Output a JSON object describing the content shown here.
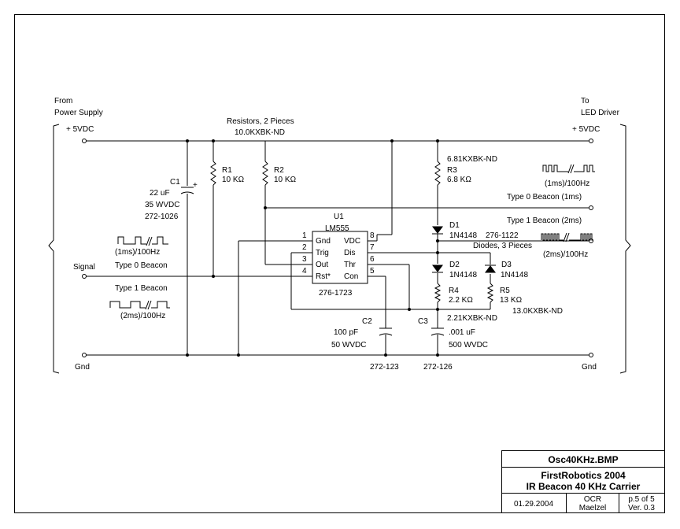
{
  "left_side": {
    "from": "From",
    "power_supply": "Power Supply",
    "vdc": "+ 5VDC",
    "signal": "Signal",
    "gnd": "Gnd",
    "beacon0_freq": "(1ms)/100Hz",
    "beacon0_type": "Type 0 Beacon",
    "beacon1_type": "Type 1 Beacon",
    "beacon1_freq": "(2ms)/100Hz"
  },
  "right_side": {
    "to": "To",
    "led_driver": "LED Driver",
    "vdc": "+ 5VDC",
    "gnd": "Gnd",
    "beacon0_freq": "(1ms)/100Hz",
    "beacon0_type": "Type 0 Beacon (1ms)",
    "beacon1_type": "Type 1 Beacon (2ms)",
    "beacon1_freq": "(2ms)/100Hz"
  },
  "resistors_note": {
    "line1": "Resistors, 2 Pieces",
    "line2": "10.0KXBK-ND"
  },
  "c1": {
    "name": "C1",
    "plus": "+",
    "value": "22 uF",
    "voltage": "35 WVDC",
    "part": "272-1026"
  },
  "r1": {
    "name": "R1",
    "value": "10 KΩ"
  },
  "r2": {
    "name": "R2",
    "value": "10 KΩ"
  },
  "r3": {
    "name": "R3",
    "value": "6.8 KΩ",
    "part": "6.81KXBK-ND"
  },
  "r4": {
    "name": "R4",
    "value": "2.2 KΩ",
    "part": "2.21KXBK-ND"
  },
  "r5": {
    "name": "R5",
    "value": "13 KΩ",
    "part": "13.0KXBK-ND"
  },
  "d1": {
    "name": "D1",
    "value": "1N4148",
    "part": "276-1122"
  },
  "d2": {
    "name": "D2",
    "value": "1N4148"
  },
  "d3": {
    "name": "D3",
    "value": "1N4148"
  },
  "diodes_note": "Diodes, 3 Pieces",
  "c2": {
    "name": "C2",
    "value": "100 pF",
    "voltage": "50 WVDC",
    "part": "272-123"
  },
  "c3": {
    "name": "C3",
    "value": ".001 uF",
    "voltage": "500 WVDC",
    "part": "272-126"
  },
  "u1": {
    "name": "U1",
    "chip": "LM555",
    "part": "276-1723",
    "pins_left": [
      {
        "num": "1",
        "label": "Gnd"
      },
      {
        "num": "2",
        "label": "Trig"
      },
      {
        "num": "3",
        "label": "Out"
      },
      {
        "num": "4",
        "label": "Rst*"
      }
    ],
    "pins_right": [
      {
        "num": "8",
        "label": "VDC"
      },
      {
        "num": "7",
        "label": "Dis"
      },
      {
        "num": "6",
        "label": "Thr"
      },
      {
        "num": "5",
        "label": "Con"
      }
    ]
  },
  "title_block": {
    "filename": "Osc40KHz.BMP",
    "org": "FirstRobotics 2004",
    "title": "IR Beacon 40 KHz Carrier",
    "date": "01.29.2004",
    "ocr": "OCR",
    "author": "Maelzel",
    "page": "p.5 of 5",
    "version": "Ver. 0.3"
  }
}
